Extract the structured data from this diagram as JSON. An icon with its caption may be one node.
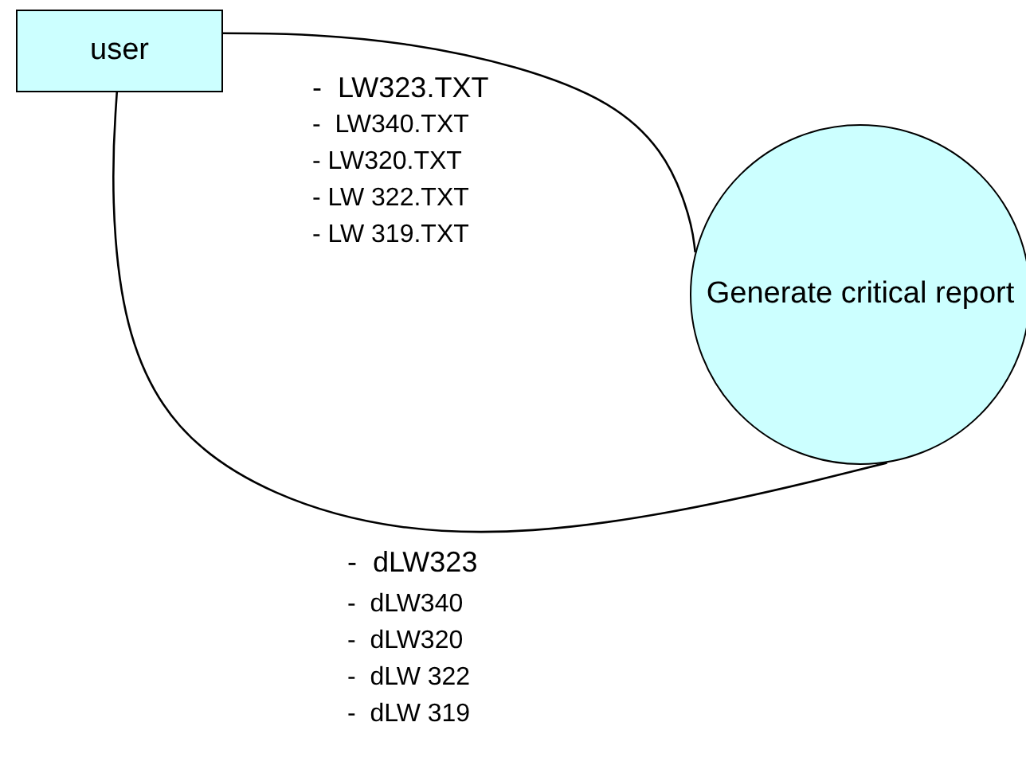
{
  "diagram": {
    "nodes": [
      {
        "text": [
          "user"
        ]
      },
      {
        "text": [
          "Generate critical report"
        ]
      }
    ],
    "edges": [
      {
        "from": 0,
        "to": 1,
        "arrow": "none"
      },
      {
        "from": 1,
        "to": 0,
        "arrow": "none"
      }
    ],
    "labels": [
      "-  LW323.TXT",
      "-  LW340.TXT",
      "- LW320.TXT",
      "- LW 322.TXT",
      "- LW 319.TXT",
      "-  dLW323",
      "-  dLW340",
      "-  dLW320",
      "-  dLW 322",
      "-  dLW 319"
    ]
  }
}
